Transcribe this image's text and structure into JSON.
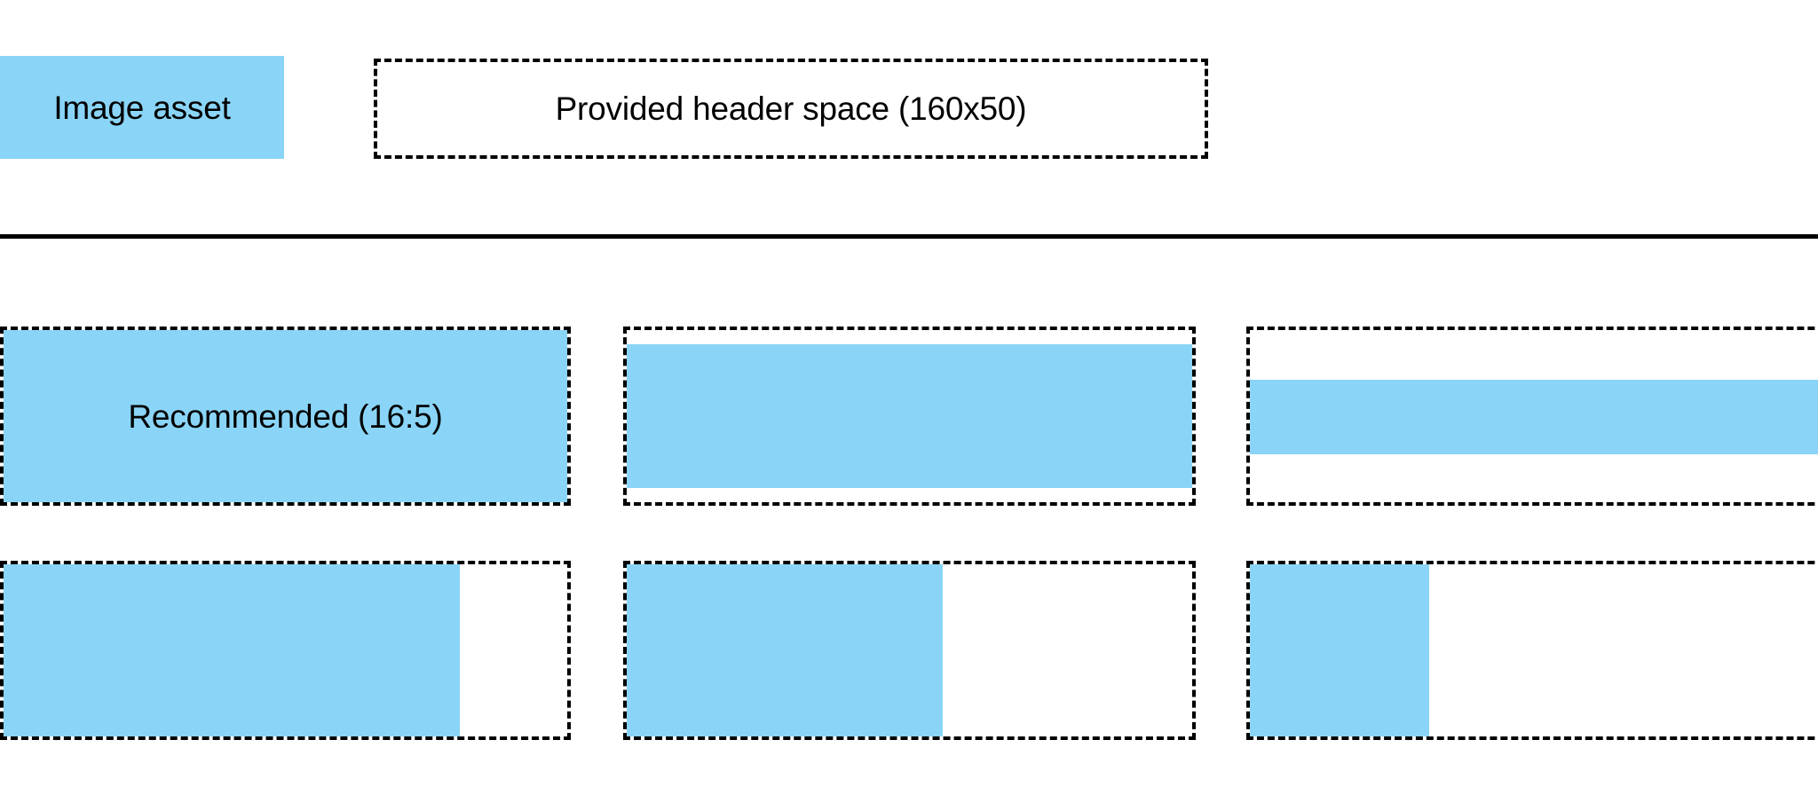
{
  "page": {
    "background": "#ffffff",
    "accent_blue": "#8AD5F7",
    "outline_color": "#000000"
  },
  "header": {
    "asset_swatch": {
      "label": "Image asset",
      "fill": "#8AD5F7"
    },
    "header_space": {
      "label": "Provided header space (160x50)",
      "border_style": "dashed"
    }
  },
  "divider": {
    "present": true
  },
  "grid": {
    "rows": [
      {
        "cells": [
          {
            "label": "Recommended (16:5)",
            "fill_mode": "full",
            "fill": "#8AD5F7"
          },
          {
            "label": "",
            "fill_mode": "inset-vertical-small",
            "fill": "#8AD5F7"
          },
          {
            "label": "",
            "fill_mode": "inset-vertical-large",
            "fill": "#8AD5F7"
          }
        ]
      },
      {
        "cells": [
          {
            "label": "",
            "fill_mode": "left-80",
            "fill": "#8AD5F7"
          },
          {
            "label": "",
            "fill_mode": "left-55",
            "fill": "#8AD5F7"
          },
          {
            "label": "",
            "fill_mode": "left-29",
            "fill": "#8AD5F7"
          }
        ]
      }
    ]
  }
}
